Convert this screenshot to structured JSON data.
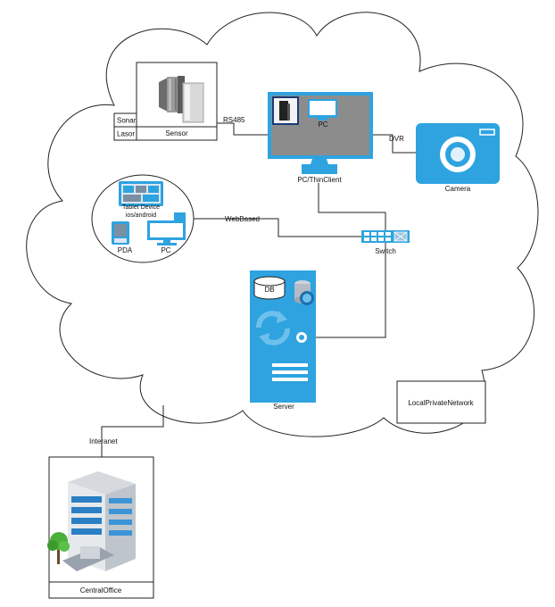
{
  "labels": {
    "sonar": "Sonar",
    "lasor": "Lasor",
    "sensor": "Sensor",
    "rs485": "RS485",
    "pc_screen": "PC",
    "pc_thinclient": "PC/ThinClient",
    "dvr": "DVR",
    "camera": "Camera",
    "tablet": "Tablet Device",
    "tablet_os": "ios/android",
    "pda": "PDA",
    "pc_client": "PC",
    "webbased": "WebBased",
    "switch": "Switch",
    "db": "DB",
    "server": "Server",
    "local_network": "LocalPrivateNetwork",
    "interanet": "Interanet",
    "central_office": "CentralOffice"
  },
  "colors": {
    "accent_blue": "#2ea3e0",
    "dark_blue": "#1d6fb0",
    "screen_gray": "#8c8c8c",
    "line": "#222222"
  }
}
